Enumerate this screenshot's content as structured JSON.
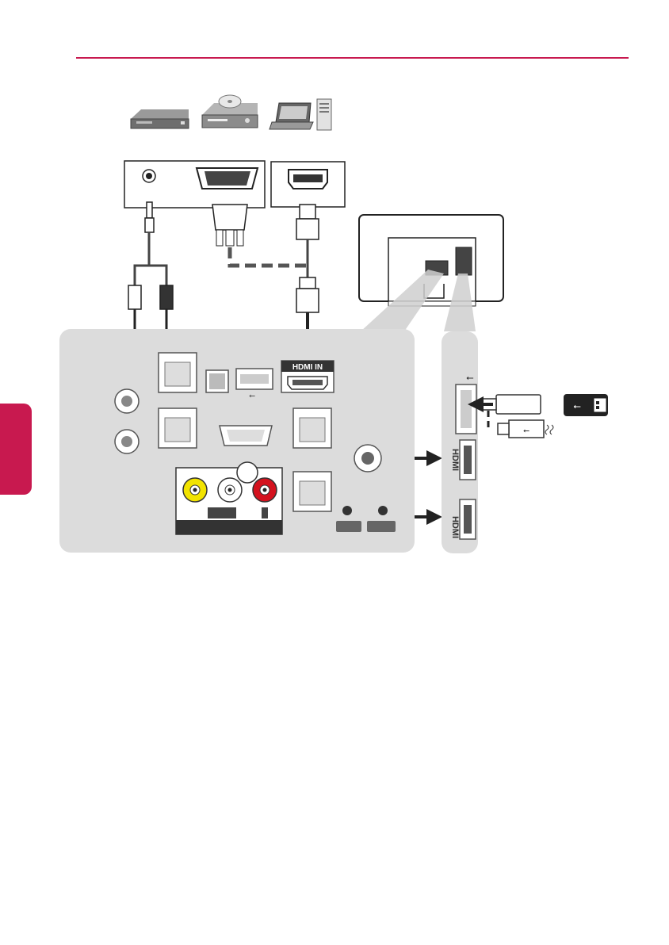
{
  "header": {
    "accent_color": "#c8194f"
  },
  "side_tab": {
    "color": "#c8194f"
  },
  "devices": [
    "set-top-box-icon",
    "dvd-player-icon",
    "pc-icon"
  ],
  "ports": {
    "hdmi_in_label": "HDMI IN",
    "side_hdmi_1_label": "HDMI",
    "side_hdmi_2_label": "HDMI"
  },
  "colors": {
    "panel": "#dcdcdc",
    "cable": "#222222",
    "rca_yellow": "#f2e300",
    "rca_red": "#d4121e",
    "rca_white": "#ffffff"
  }
}
